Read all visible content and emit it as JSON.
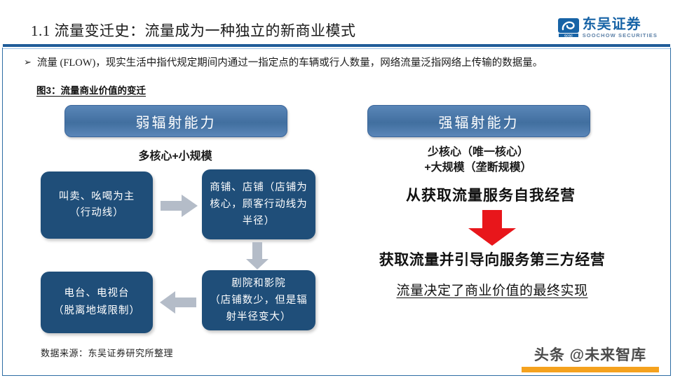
{
  "slide": {
    "title": "1.1  流量变迁史：流量成为一种独立的新商业模式",
    "accent_color": "#1f5c99",
    "box_color": "#1f4e79",
    "pill_color": "#416f9f",
    "red_color": "#e8161b",
    "arrow_grey": "#b4bcc8"
  },
  "logo": {
    "cn": "东吴证券",
    "en": "SOOCHOW SECURITIES",
    "mark_icon": "soochow-swirl-logo-icon"
  },
  "bullet": {
    "marker": "➢",
    "text": "流量 (FLOW)，现实生活中指代规定期间内通过一指定点的车辆或行人数量，网络流量泛指网络上传输的数据量。"
  },
  "figure": {
    "caption": "图3：流量商业价值的变迁"
  },
  "left_column": {
    "pill": "弱辐射能力",
    "subtitle": "多核心+小规模",
    "boxes": [
      {
        "id": "hawk",
        "text": "叫卖、吆喝为主\n（行动线）"
      },
      {
        "id": "shop",
        "text": "商铺、店铺（店铺为核心，顾客行动线为半径）"
      },
      {
        "id": "cinema",
        "text": "剧院和影院\n（店铺数少，但是辐射半径变大）"
      },
      {
        "id": "radio",
        "text": "电台、电视台\n（脱离地域限制）"
      }
    ],
    "arrows": [
      {
        "id": "hawk-to-shop",
        "direction": "right"
      },
      {
        "id": "shop-to-cinema",
        "direction": "down"
      },
      {
        "id": "cinema-to-radio",
        "direction": "left"
      }
    ]
  },
  "right_column": {
    "pill": "强辐射能力",
    "subtitle": "少核心（唯一核心）\n+大规模（垄断规模）",
    "line1": "从获取流量服务自我经营",
    "arrow_icon": "red-down-arrow-icon",
    "line2": "获取流量并引导向服务第三方经营",
    "line3": "流量决定了商业价值的最终实现"
  },
  "source": {
    "text": "数据来源：东吴证券研究所整理"
  },
  "watermark": {
    "text": "头条 @未来智库",
    "bar_color": "#f5a21e"
  }
}
